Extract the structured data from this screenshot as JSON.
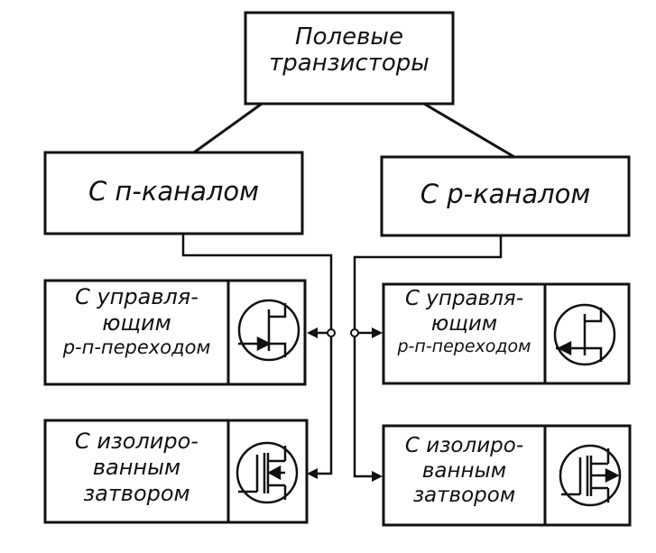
{
  "root": {
    "line1": "Полевые",
    "line2": "транзисторы"
  },
  "n_channel": {
    "label": "С п-каналом"
  },
  "p_channel": {
    "label": "С р-каналом"
  },
  "n_junction": {
    "line1": "С управля-",
    "line2": "ющим",
    "line3": "р-п-переходом"
  },
  "n_insulated": {
    "line1": "С изолиро-",
    "line2": "ванным",
    "line3": "затвором"
  },
  "p_junction": {
    "line1": "С управля-",
    "line2": "ющим",
    "line3": "р-п-переходом"
  },
  "p_insulated": {
    "line1": "С изолиро-",
    "line2": "ванным",
    "line3": "затвором"
  },
  "colors": {
    "ink": "#111111",
    "paper": "#ffffff"
  }
}
